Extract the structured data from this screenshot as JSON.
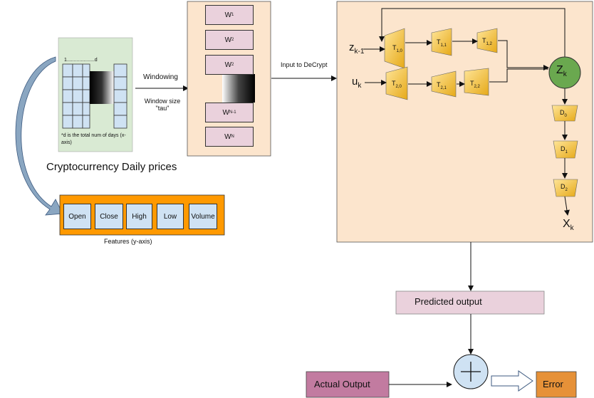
{
  "dataset": {
    "range_label": "1....................d",
    "footnote": "*d is the total num of days (x-axis)",
    "caption": "Cryptocurrency Daily prices"
  },
  "features": {
    "items": [
      "Open",
      "Close",
      "High",
      "Low",
      "Volume"
    ],
    "caption": "Features (y-axis)"
  },
  "windowing": {
    "label": "Windowing",
    "size_label": "Window size \"tau\"",
    "windows": [
      {
        "main": "W",
        "sub": "1"
      },
      {
        "main": "W",
        "sub": "2"
      },
      {
        "main": "W",
        "sub": "2"
      },
      {
        "main": "W",
        "sub": "N-1"
      },
      {
        "main": "W",
        "sub": "N"
      }
    ]
  },
  "decrypt": {
    "input_label": "Input to DeCrypt",
    "z_prev": {
      "main": "z",
      "sub": "k-1"
    },
    "u": {
      "main": "u",
      "sub": "k"
    },
    "t_row1": [
      {
        "main": "T",
        "sub": "1,0"
      },
      {
        "main": "T",
        "sub": "1,1"
      },
      {
        "main": "T",
        "sub": "1,2"
      }
    ],
    "t_row2": [
      {
        "main": "T",
        "sub": "2,0"
      },
      {
        "main": "T",
        "sub": "2,1"
      },
      {
        "main": "T",
        "sub": "2,2"
      }
    ],
    "z": {
      "main": "Z",
      "sub": "k"
    },
    "decoders": [
      {
        "main": "D",
        "sub": "0"
      },
      {
        "main": "D",
        "sub": "1"
      },
      {
        "main": "D",
        "sub": "2"
      }
    ],
    "x": {
      "main": "X",
      "sub": "k"
    }
  },
  "predicted_output": "Predicted output",
  "actual_output": "Actual Output",
  "error": "Error",
  "colors": {
    "panel": "#fce5cd",
    "transform": "#f1c232",
    "z_node": "#6aa84f",
    "window_box": "#ead1dc",
    "feature_box": "#cfe2f3",
    "feature_border": "#ff9900",
    "actual": "#c27ba0",
    "error": "#e69138",
    "blue_arrow": "#8aa6c1"
  }
}
